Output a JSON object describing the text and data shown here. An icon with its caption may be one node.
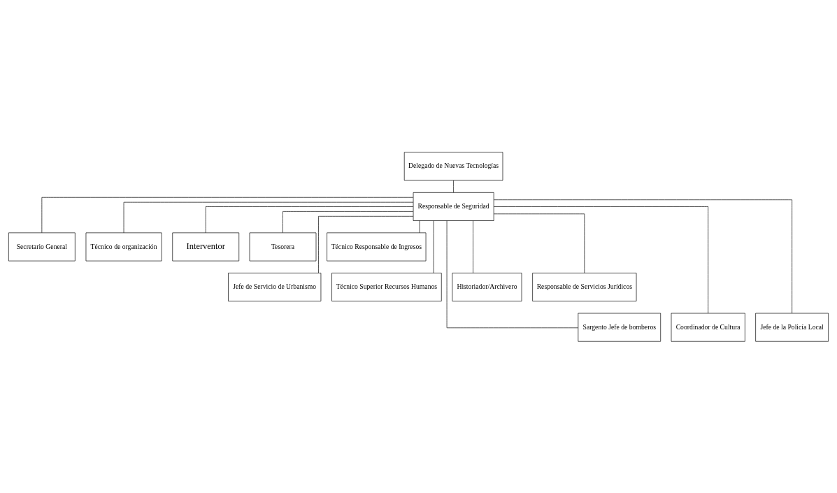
{
  "diagram": {
    "nodes": [
      {
        "text": [
          "Delegado de Nuevas Tecnologías"
        ]
      },
      {
        "text": [
          "Responsable de Seguridad"
        ]
      },
      {
        "text": [
          "Secretario General"
        ]
      },
      {
        "text": [
          "Técnico de organización"
        ]
      },
      {
        "text": [
          "Interventor"
        ]
      },
      {
        "text": [
          "Tesorera"
        ]
      },
      {
        "text": [
          "Técnico Responsable de Ingresos"
        ]
      },
      {
        "text": [
          "Jefe de Servicio de Urbanismo"
        ]
      },
      {
        "text": [
          "Técnico Superior Recursos Humanos"
        ]
      },
      {
        "text": [
          "Historiador/Archivero"
        ]
      },
      {
        "text": [
          "Responsable de Servicios Jurídicos"
        ]
      },
      {
        "text": [
          "Sargento Jefe de bomberos"
        ]
      },
      {
        "text": [
          "Coordinador de Cultura"
        ]
      },
      {
        "text": [
          "Jefe de la Policía Local"
        ]
      }
    ],
    "edges": [
      {
        "from": 0,
        "to": 1,
        "arrow": "none"
      },
      {
        "from": 1,
        "to": 2,
        "arrow": "none"
      },
      {
        "from": 1,
        "to": 3,
        "arrow": "none"
      },
      {
        "from": 1,
        "to": 4,
        "arrow": "none"
      },
      {
        "from": 1,
        "to": 5,
        "arrow": "none"
      },
      {
        "from": 1,
        "to": 6,
        "arrow": "none"
      },
      {
        "from": 1,
        "to": 7,
        "arrow": "none"
      },
      {
        "from": 1,
        "to": 8,
        "arrow": "none"
      },
      {
        "from": 1,
        "to": 9,
        "arrow": "none"
      },
      {
        "from": 1,
        "to": 10,
        "arrow": "none"
      },
      {
        "from": 1,
        "to": 11,
        "arrow": "none"
      },
      {
        "from": 1,
        "to": 12,
        "arrow": "none"
      },
      {
        "from": 1,
        "to": 13,
        "arrow": "none"
      }
    ]
  }
}
